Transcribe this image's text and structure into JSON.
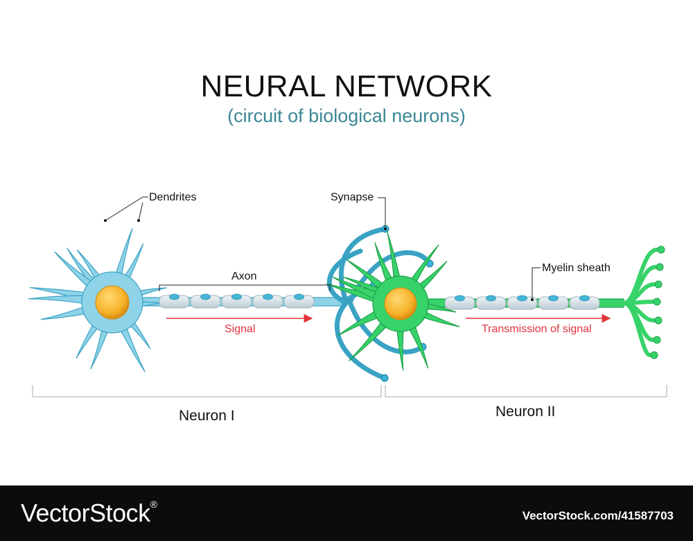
{
  "title": "NEURAL NETWORK",
  "subtitle": "(circuit of biological neurons)",
  "colors": {
    "subtitle": "#3a8795",
    "neuron1": "#8fd3e8",
    "neuron1_stroke": "#3aa3c4",
    "neuron2": "#37d36a",
    "neuron2_stroke": "#1ea24a",
    "nucleus": "#f7b32a",
    "myelin": "#d7e3ea",
    "signal": "#e0333a"
  },
  "labels": {
    "dendrites": "Dendrites",
    "synapse": "Synapse",
    "axon": "Axon",
    "signal": "Signal",
    "myelin_sheath": "Myelin sheath",
    "transmission": "Transmission of signal",
    "neuron1": "Neuron I",
    "neuron2": "Neuron II"
  },
  "footer": {
    "brand": "VectorStock",
    "registered": "®",
    "image_id": "VectorStock.com/41587703"
  }
}
